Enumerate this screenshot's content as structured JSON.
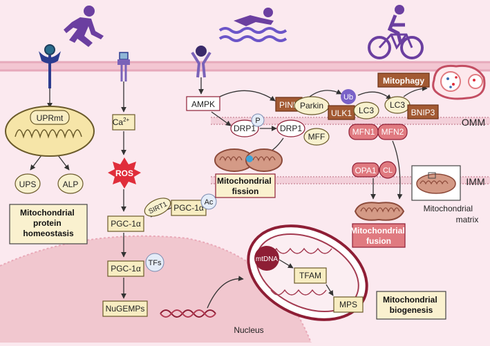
{
  "colors": {
    "background": "#fbe9ef",
    "membrane": "#e6a9bb",
    "nucleus": "#f1c7cf",
    "exercise_purple": "#6b3fa0",
    "swim_waves": "#6c55c8",
    "ros_red": "#e02d3a",
    "protein_brown": "#a35a33",
    "mitofusin": "#e07a80",
    "label_box": "#faf1cf",
    "box_border": "#8e1e35"
  },
  "icons": {
    "runner": "running-person-icon",
    "swimmer": "swimmer-icon",
    "cyclist": "cyclist-icon",
    "mito_matrix": "mitochondrion-icon"
  },
  "labels": {
    "uprmt": "UPRmt",
    "ups": "UPS",
    "alp": "ALP",
    "mito_protein_homeostasis": [
      "Mitochondrial",
      "protein",
      "homeostasis"
    ],
    "ca": "Ca",
    "ca_sup": "2+",
    "ros": "ROS",
    "sirt1": "SIRT1",
    "pgc1a_ac": "PGC-1α",
    "ac": "Ac",
    "pgc1a_1": "PGC-1α",
    "pgc1a_2": "PGC-1α",
    "tfs": "TFs",
    "nugemps": "NuGEMPs",
    "nucleus": "Nucleus",
    "ampk": "AMPK",
    "pink": "PINK",
    "parkin": "Parkin",
    "ub": "Ub",
    "ulk1": "ULK1",
    "lc3_a": "LC3",
    "lc3_b": "LC3",
    "bnip3": "BNIP3",
    "mitophagy": "Mitophagy",
    "omm": "OMM",
    "imm": "IMM",
    "drp1_a": "DRP1",
    "p": "P",
    "drp1_b": "DRP1",
    "mff": "MFF",
    "mfn1": "MFN1",
    "mfn2": "MFN2",
    "opa1": "OPA1",
    "cl": "CL",
    "mito_fission": [
      "Mitochondrial",
      "fission"
    ],
    "mito_fusion": [
      "Mitochondrial",
      "fusion"
    ],
    "mito_matrix": [
      "Mitochondrial",
      "matrix"
    ],
    "mtdna": "mtDNA",
    "tfam": "TFAM",
    "mps": "MPS",
    "mito_biogenesis": [
      "Mitochondrial",
      "biogenesis"
    ]
  }
}
